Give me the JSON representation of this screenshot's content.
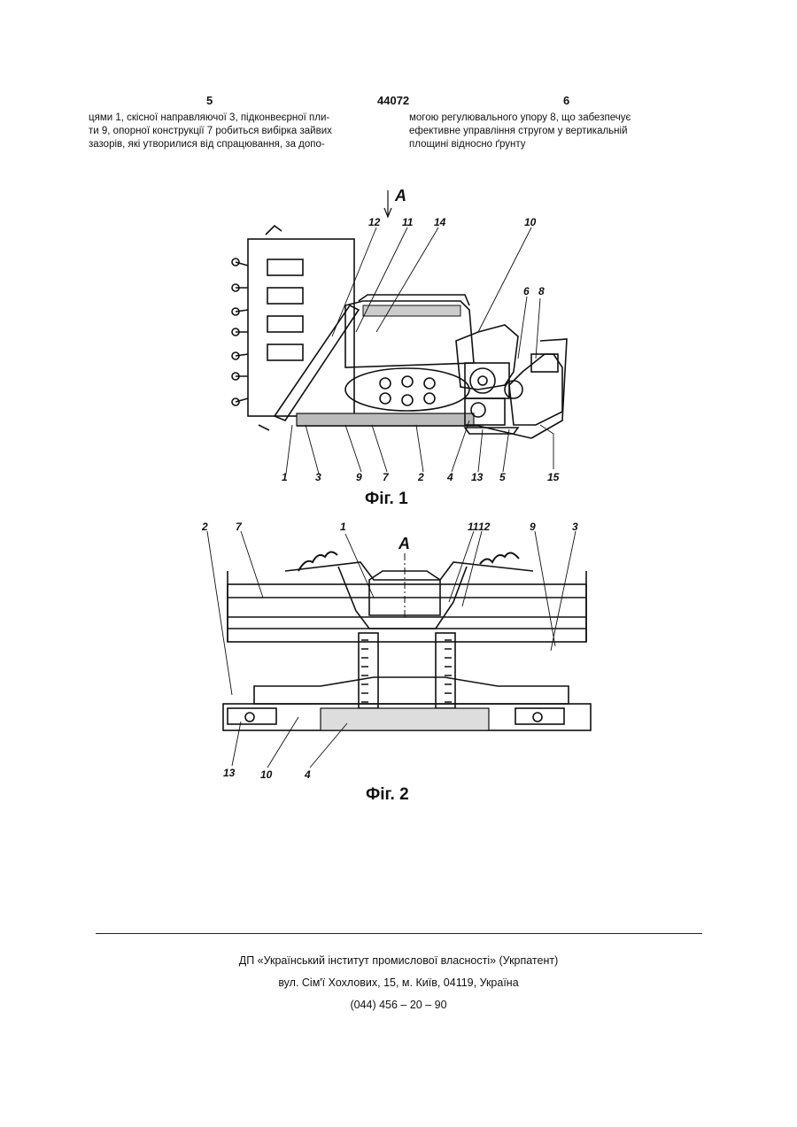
{
  "header": {
    "page_left": "5",
    "patent_number": "44072",
    "page_right": "6"
  },
  "text": {
    "left_column": [
      "цями 1, скісної направляючої 3, підконвеєрної пли-",
      "ти 9, опорної конструкції 7 робиться вибірка зайвих",
      "зазорів, які утворилися від спрацювання, за допо-"
    ],
    "right_column": [
      "могою регулювального упору 8, що забезпечує",
      "ефективне управління стругом у вертикальній",
      "площині відносно ґрунту"
    ]
  },
  "figure1": {
    "caption": "Фіг. 1",
    "view_label": "A",
    "labels_top": [
      "12",
      "11",
      "14",
      "10",
      "6",
      "8"
    ],
    "labels_bottom": [
      "1",
      "3",
      "9",
      "7",
      "2",
      "4",
      "13",
      "5",
      "15"
    ]
  },
  "figure2": {
    "caption": "Фіг. 2",
    "view_label": "A",
    "labels_top": [
      "2",
      "7",
      "1",
      "11",
      "12",
      "9",
      "3"
    ],
    "labels_bottom": [
      "13",
      "10",
      "4"
    ]
  },
  "footer": {
    "org": "ДП «Український інститут промислової власності» (Укрпатент)",
    "address": "вул. Сім'ї Хохлових, 15, м. Київ, 04119, Україна",
    "phone": "(044) 456 – 20 – 90"
  }
}
